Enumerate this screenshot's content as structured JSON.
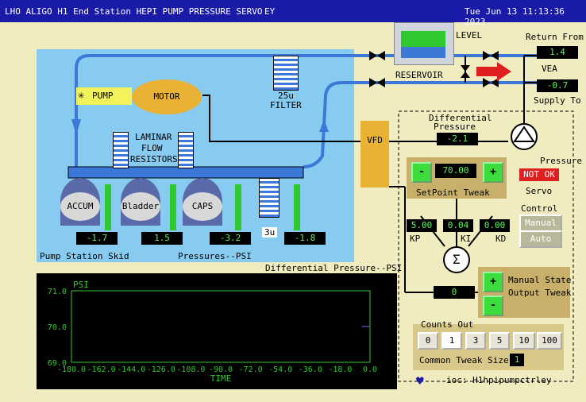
{
  "header": {
    "title": "LHO ALIGO H1 End Station HEPI PUMP PRESSURE SERVO",
    "station": "EY",
    "datetime": "Tue Jun 13 11:13:36 2023"
  },
  "labels": {
    "level": "LEVEL",
    "return_from": "Return From",
    "vea": "VEA",
    "supply_to": "Supply To",
    "reservoir": "RESERVOIR",
    "filter_size": "25u",
    "filter": "FILTER",
    "pump": "PUMP",
    "motor": "MOTOR",
    "laminar": [
      "LAMINAR",
      "FLOW",
      "RESISTORS"
    ],
    "vfd": "VFD",
    "accum": "ACCUM",
    "bladder": "Bladder",
    "caps": "CAPS",
    "three_u": "3u",
    "skid": "Pump Station Skid",
    "pressures_psi": "Pressures--PSI",
    "diff_psi": "Differential Pressure--PSI",
    "diff_pressure": [
      "Differential",
      "Pressure"
    ],
    "pressure": "Pressure",
    "servo": "Servo",
    "setpoint_tweak": "SetPoint Tweak",
    "control": "Control",
    "kp": "KP",
    "ki": "KI",
    "kd": "KD",
    "manual_state": [
      "Manual State",
      "Output Tweak"
    ],
    "counts_out": "Counts Out",
    "common_tweak_size": "Common Tweak Size",
    "ioc": "ioc: H1hpipumpctrley"
  },
  "readouts": {
    "return_from": "1.4",
    "supply_to": "-0.7",
    "diff_pressure": "-2.1",
    "setpoint": "70.00",
    "kp": "5.00",
    "ki": "0.04",
    "kd": "0.00",
    "output": "0",
    "accum": "-1.7",
    "bladder": "1.5",
    "caps": "-3.2",
    "three_u": "-1.8",
    "tweak_size": "1"
  },
  "status": {
    "pressure_ok": "NOT OK"
  },
  "control_buttons": [
    "Manual",
    "Auto"
  ],
  "count_buttons": [
    "0",
    "1",
    "3",
    "5",
    "10",
    "100"
  ],
  "buttons": {
    "minus": "-",
    "plus": "+",
    "sigma": "Σ"
  },
  "colors": {
    "accent": "#1a1aa8",
    "pipe": "#3c78d8",
    "readout": "#5ef35e",
    "alarm": "#e02020",
    "panel": "#f0ecc0"
  },
  "chart_data": {
    "type": "line",
    "series": [
      {
        "x": [
          -5,
          0
        ],
        "y": [
          70.0,
          70.0
        ]
      }
    ],
    "title": "PSI",
    "xlabel": "TIME",
    "ylabel": "",
    "xlim": [
      -180,
      0
    ],
    "ylim": [
      69.0,
      71.0
    ],
    "xticks": [
      "-180.0",
      "-162.0",
      "-144.0",
      "-126.0",
      "-108.0",
      "-90.0",
      "-72.0",
      "-54.0",
      "-36.0",
      "-18.0",
      "0.0"
    ],
    "yticks": [
      "71.0",
      "70.0",
      "69.0"
    ]
  }
}
